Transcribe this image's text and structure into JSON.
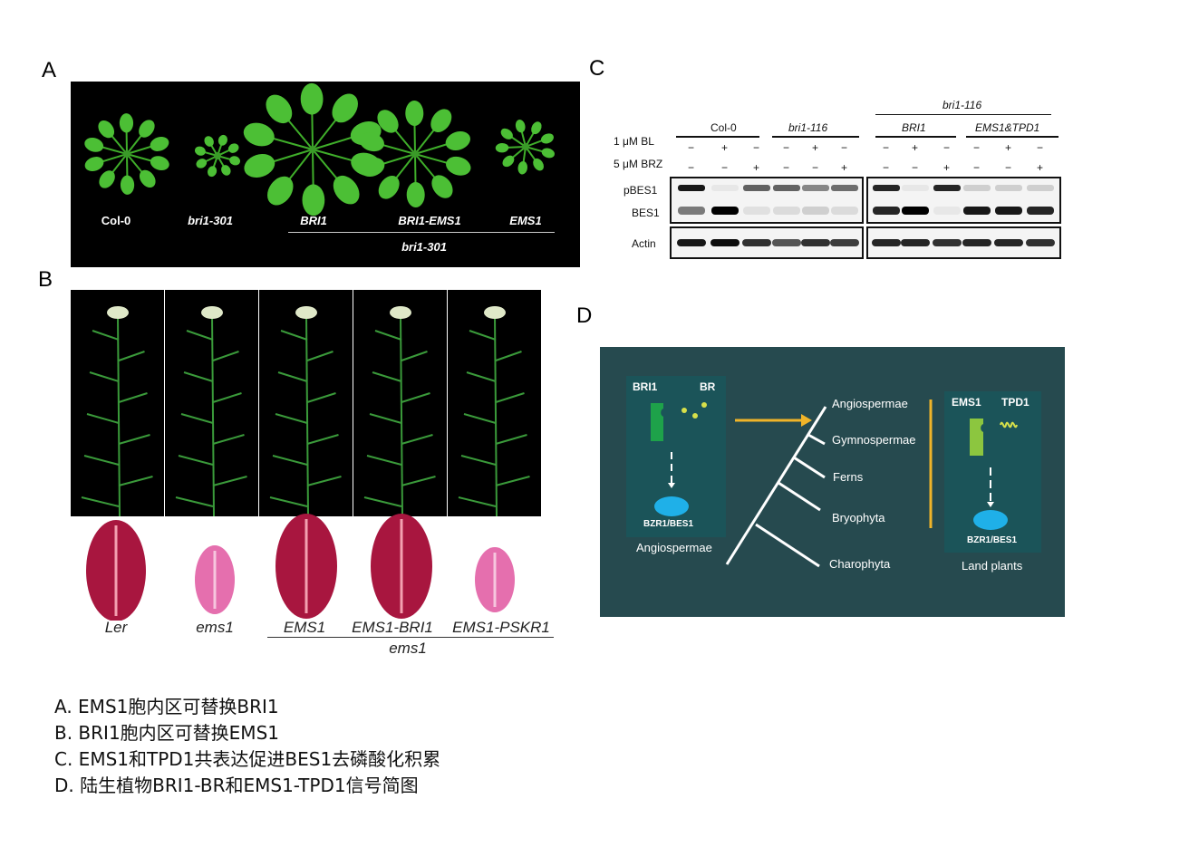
{
  "panels": {
    "a": "A",
    "b": "B",
    "c": "C",
    "d": "D"
  },
  "panel_a": {
    "genotypes": [
      "Col-0",
      "bri1-301",
      "BRI1",
      "BRI1-EMS1",
      "EMS1"
    ],
    "background": "bri1-301"
  },
  "panel_b": {
    "genotypes": [
      "Ler",
      "ems1",
      "EMS1",
      "EMS1-BRI1",
      "EMS1-PSKR1"
    ],
    "background": "ems1"
  },
  "panel_c": {
    "group_top": "bri1-116",
    "groups": [
      "Col-0",
      "bri1-116",
      "BRI1",
      "EMS1&TPD1"
    ],
    "row_bl": "1 μM BL",
    "row_brz": "5 μM BRZ",
    "bl": [
      "−",
      "+",
      "−",
      "−",
      "+",
      "−",
      "−",
      "+",
      "−",
      "−",
      "+",
      "−"
    ],
    "brz": [
      "−",
      "−",
      "+",
      "−",
      "−",
      "+",
      "−",
      "−",
      "+",
      "−",
      "−",
      "+"
    ],
    "bands": [
      "pBES1",
      "BES1",
      "Actin"
    ],
    "pbes1_intensity": [
      0.9,
      0.05,
      0.6,
      0.6,
      0.45,
      0.55,
      0.85,
      0.05,
      0.85,
      0.15,
      0.15,
      0.15
    ],
    "bes1_intensity": [
      0.5,
      1,
      0.08,
      0.1,
      0.15,
      0.1,
      0.85,
      1,
      0.05,
      0.9,
      0.9,
      0.85
    ],
    "actin_intensity": [
      0.9,
      0.95,
      0.8,
      0.65,
      0.8,
      0.75,
      0.85,
      0.85,
      0.8,
      0.85,
      0.85,
      0.8
    ]
  },
  "panel_d": {
    "left_box": {
      "receptor": "BRI1",
      "ligand": "BR",
      "target": "BZR1/BES1",
      "caption": "Angiospermae"
    },
    "tree": [
      "Angiospermae",
      "Gymnospermae",
      "Ferns",
      "Bryophyta",
      "Charophyta"
    ],
    "right_box": {
      "receptor": "EMS1",
      "ligand": "TPD1",
      "target": "BZR1/BES1",
      "caption": "Land plants"
    },
    "colors": {
      "bg": "#264a4f",
      "box": "#1b5459",
      "arrow": "#f0b429",
      "target": "#1fb0e8"
    }
  },
  "captions": [
    "A.   EMS1胞内区可替换BRI1",
    "B.   BRI1胞内区可替换EMS1",
    "C.   EMS1和TPD1共表达促进BES1去磷酸化积累",
    "D.   陆生植物BRI1-BR和EMS1-TPD1信号简图"
  ]
}
